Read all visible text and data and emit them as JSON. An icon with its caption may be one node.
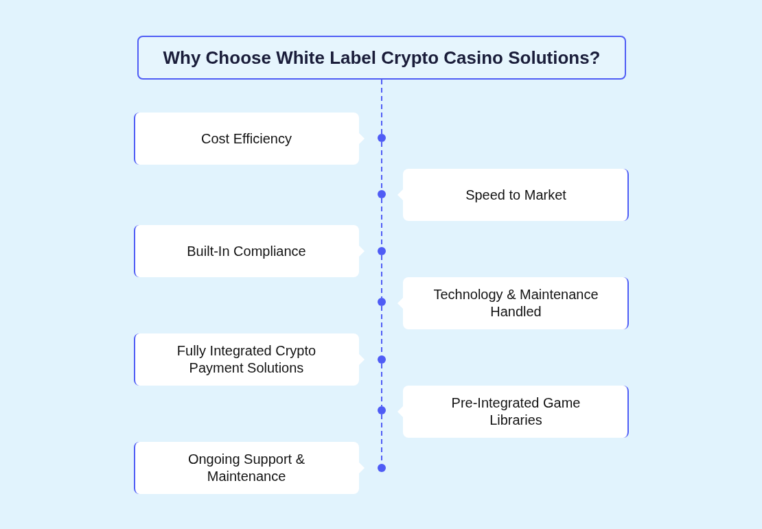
{
  "diagram": {
    "nodes": [
      {
        "text": [
          "Why Choose White Label Crypto Casino Solutions?"
        ]
      },
      {
        "text": [
          "Cost Efficiency"
        ]
      },
      {
        "text": [
          "Speed to Market"
        ]
      },
      {
        "text": [
          "Built-In Compliance"
        ]
      },
      {
        "text": [
          "Technology & Maintenance Handled"
        ]
      },
      {
        "text": [
          "Fully Integrated Crypto Payment Solutions"
        ]
      },
      {
        "text": [
          "Pre-Integrated Game Libraries"
        ]
      },
      {
        "text": [
          "Ongoing Support & Maintenance"
        ]
      },
      {
        "text": [],
        "shape": "circle"
      },
      {
        "text": [],
        "shape": "circle"
      },
      {
        "text": [],
        "shape": "circle"
      },
      {
        "text": [],
        "shape": "circle"
      },
      {
        "text": [],
        "shape": "circle"
      },
      {
        "text": [],
        "shape": "circle"
      },
      {
        "text": [],
        "shape": "circle"
      }
    ],
    "edges": [
      {
        "from": 0,
        "to": 8,
        "arrow": "none",
        "style": "dashed"
      },
      {
        "from": 8,
        "to": 9,
        "arrow": "none",
        "style": "dashed"
      },
      {
        "from": 9,
        "to": 10,
        "arrow": "none",
        "style": "dashed"
      },
      {
        "from": 10,
        "to": 11,
        "arrow": "none",
        "style": "dashed"
      },
      {
        "from": 11,
        "to": 12,
        "arrow": "none",
        "style": "dashed"
      },
      {
        "from": 12,
        "to": 13,
        "arrow": "none",
        "style": "dashed"
      },
      {
        "from": 13,
        "to": 14,
        "arrow": "none",
        "style": "dashed"
      }
    ]
  }
}
